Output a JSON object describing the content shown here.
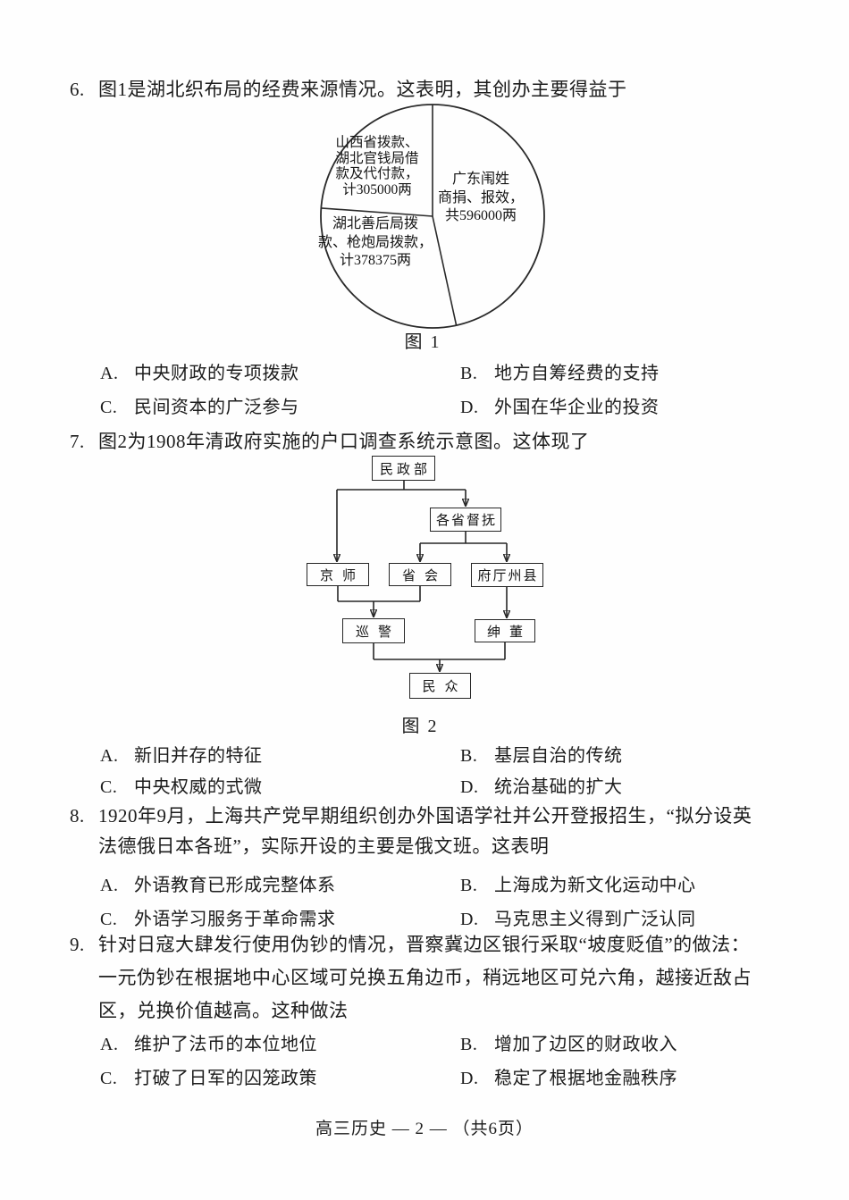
{
  "page": {
    "footer": "高三历史  — 2 — （共6页）"
  },
  "q6": {
    "number": "6.",
    "stem": "图1是湖北织布局的经费来源情况。这表明，其创办主要得益于",
    "figure_caption": "图 1",
    "options": [
      {
        "label": "A.",
        "text": "中央财政的专项拨款"
      },
      {
        "label": "B.",
        "text": "地方自筹经费的支持"
      },
      {
        "label": "C.",
        "text": "民间资本的广泛参与"
      },
      {
        "label": "D.",
        "text": "外国在华企业的投资"
      }
    ]
  },
  "chart_data": {
    "type": "pie",
    "title": "图1 湖北织布局的经费来源",
    "unit": "两",
    "start_angle_deg": 0,
    "direction": "clockwise",
    "slices": [
      {
        "label": "广东闱姓商捐、报效",
        "value": 596000,
        "display": "广东闱姓\n商捐、报效，\n共596000两"
      },
      {
        "label": "湖北善后局拨款、枪炮局拨款",
        "value": 378375,
        "display": "湖北善后局拨\n款、枪炮局拨款，\n计378375两"
      },
      {
        "label": "山西省拨款、湖北官钱局借款及代付款",
        "value": 305000,
        "display": "山西省拨款、\n湖北官钱局借\n款及代付款，\n计305000两"
      }
    ]
  },
  "q7": {
    "number": "7.",
    "stem": "图2为1908年清政府实施的户口调查系统示意图。这体现了",
    "figure_caption": "图 2",
    "options": [
      {
        "label": "A.",
        "text": "新旧并存的特征"
      },
      {
        "label": "B.",
        "text": "基层自治的传统"
      },
      {
        "label": "C.",
        "text": "中央权威的式微"
      },
      {
        "label": "D.",
        "text": "统治基础的扩大"
      }
    ]
  },
  "flowchart": {
    "nodes": [
      {
        "id": "minzhengbu",
        "label": "民政部"
      },
      {
        "id": "gesheng-dufu",
        "label": "各省督抚"
      },
      {
        "id": "jingshi",
        "label": "京师"
      },
      {
        "id": "shenghui",
        "label": "省会"
      },
      {
        "id": "futingzhouxian",
        "label": "府厅州县"
      },
      {
        "id": "xunjing",
        "label": "巡警"
      },
      {
        "id": "shendong",
        "label": "绅董"
      },
      {
        "id": "minzhong",
        "label": "民众"
      }
    ],
    "edges": [
      "民政部→京师",
      "民政部→各省督抚",
      "各省督抚→省会",
      "各省督抚→府厅州县",
      "京师+省会→巡警",
      "府厅州县→绅董",
      "巡警+绅董→民众"
    ]
  },
  "q8": {
    "number": "8.",
    "stem_lines": [
      "1920年9月，上海共产党早期组织创办外国语学社并公开登报招生，“拟分设英",
      "法德俄日本各班”，实际开设的主要是俄文班。这表明"
    ],
    "options": [
      {
        "label": "A.",
        "text": "外语教育已形成完整体系"
      },
      {
        "label": "B.",
        "text": "上海成为新文化运动中心"
      },
      {
        "label": "C.",
        "text": "外语学习服务于革命需求"
      },
      {
        "label": "D.",
        "text": "马克思主义得到广泛认同"
      }
    ]
  },
  "q9": {
    "number": "9.",
    "stem_lines": [
      "针对日寇大肆发行使用伪钞的情况，晋察冀边区银行采取“坡度贬值”的做法：",
      "一元伪钞在根据地中心区域可兑换五角边币，稍远地区可兑六角，越接近敌占",
      "区，兑换价值越高。这种做法"
    ],
    "options": [
      {
        "label": "A.",
        "text": "维护了法币的本位地位"
      },
      {
        "label": "B.",
        "text": "增加了边区的财政收入"
      },
      {
        "label": "C.",
        "text": "打破了日军的囚笼政策"
      },
      {
        "label": "D.",
        "text": "稳定了根据地金融秩序"
      }
    ]
  }
}
